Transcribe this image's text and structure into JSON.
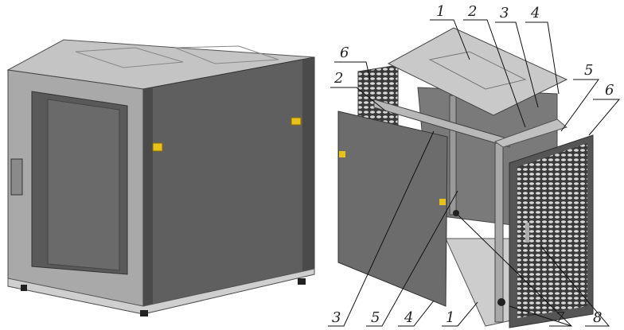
{
  "colors": {
    "panel": "#6f6f6f",
    "panel_dark": "#5a5a5a",
    "top": "#c9c9c9",
    "frame": "#bdbdbd",
    "lock": "#e8c21a"
  },
  "callouts": {
    "top": [
      "1",
      "2",
      "3",
      "4"
    ],
    "left": [
      "6",
      "2"
    ],
    "right": [
      "5",
      "6"
    ],
    "bottom": [
      "3",
      "5",
      "4",
      "1",
      "7",
      "8"
    ]
  }
}
